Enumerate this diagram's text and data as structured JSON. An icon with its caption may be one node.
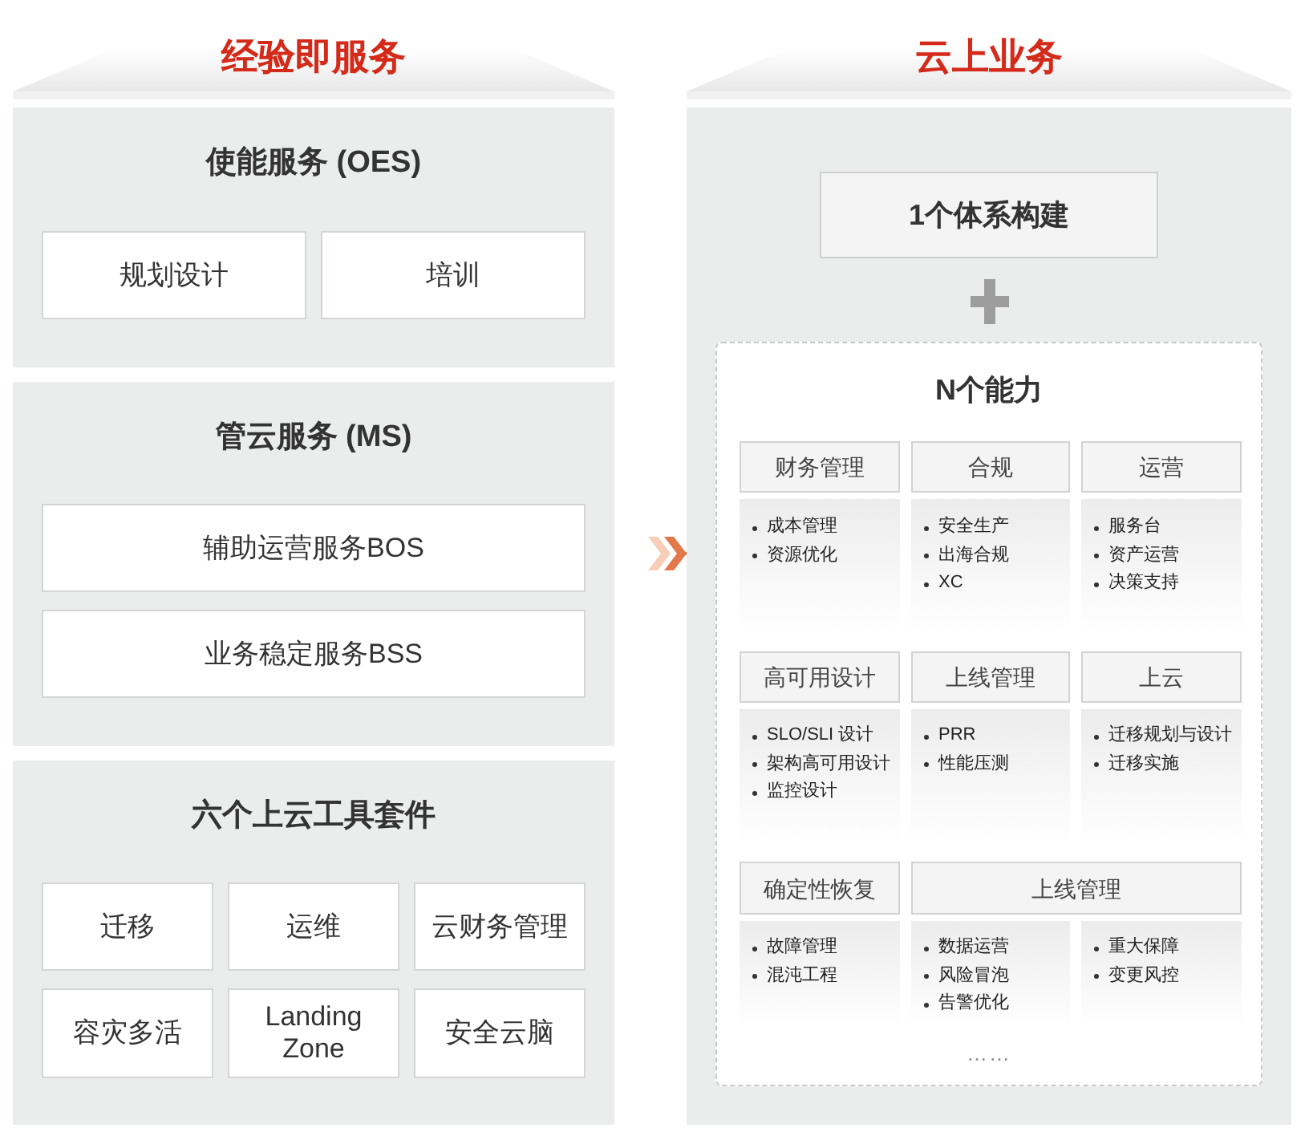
{
  "diagram": {
    "nodes": [
      {
        "text": [
          "经验即服务"
        ]
      },
      {
        "text": [
          "使能服务 (OES)"
        ],
        "in": 0
      },
      {
        "text": [
          "规划设计"
        ],
        "in": 1
      },
      {
        "text": [
          "培训"
        ],
        "in": 1
      },
      {
        "text": [
          "管云服务 (MS)"
        ],
        "in": 0
      },
      {
        "text": [
          "辅助运营服务BOS"
        ],
        "in": 4
      },
      {
        "text": [
          "业务稳定服务BSS"
        ],
        "in": 4
      },
      {
        "text": [
          "六个上云工具套件"
        ],
        "in": 0
      },
      {
        "text": [
          "迁移"
        ],
        "in": 7
      },
      {
        "text": [
          "运维"
        ],
        "in": 7
      },
      {
        "text": [
          "云财务管理"
        ],
        "in": 7
      },
      {
        "text": [
          "容灾多活"
        ],
        "in": 7
      },
      {
        "text": [
          "Landing Zone"
        ],
        "in": 7
      },
      {
        "text": [
          "安全云脑"
        ],
        "in": 7
      },
      {
        "text": [
          "云上业务"
        ]
      },
      {
        "text": [
          "1个体系构建"
        ],
        "in": 14
      },
      {
        "text": [
          "N个能力",
          "……"
        ],
        "in": 14
      },
      {
        "text": [
          "财务管理"
        ],
        "in": 16
      },
      {
        "text": [
          "合规"
        ],
        "in": 16
      },
      {
        "text": [
          "运营"
        ],
        "in": 16
      },
      {
        "text": [
          "成本管理",
          "资源优化"
        ],
        "in": 16
      },
      {
        "text": [
          "安全生产",
          "出海合规",
          "XC"
        ],
        "in": 16
      },
      {
        "text": [
          "服务台",
          "资产运营",
          "决策支持"
        ],
        "in": 16
      },
      {
        "text": [
          "高可用设计"
        ],
        "in": 16
      },
      {
        "text": [
          "上线管理"
        ],
        "in": 16
      },
      {
        "text": [
          "上云"
        ],
        "in": 16
      },
      {
        "text": [
          "SLO/SLI 设计",
          "架构高可用设计",
          "监控设计"
        ],
        "in": 16
      },
      {
        "text": [
          "PRR",
          "性能压测"
        ],
        "in": 16
      },
      {
        "text": [
          "迁移规划与设计",
          "迁移实施"
        ],
        "in": 16
      },
      {
        "text": [
          "确定性恢复"
        ],
        "in": 16
      },
      {
        "text": [
          "上线管理"
        ],
        "in": 16
      },
      {
        "text": [
          "故障管理",
          "混沌工程"
        ],
        "in": 16
      },
      {
        "text": [
          "数据运营",
          "风险冒泡",
          "告警优化"
        ],
        "in": 16
      },
      {
        "text": [
          "重大保障",
          "变更风控"
        ],
        "in": 16
      }
    ],
    "edges": [
      {
        "from": 0,
        "to": 14,
        "arrow": "to"
      }
    ]
  }
}
